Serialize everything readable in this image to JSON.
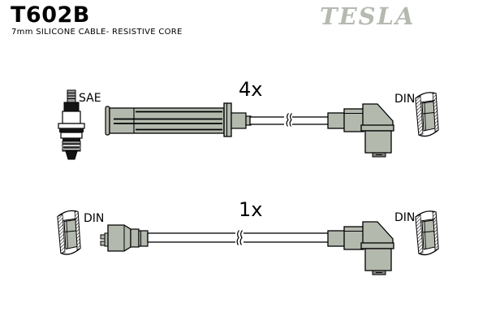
{
  "header": {
    "part_number": "T602B",
    "subtitle": "7mm SILICONE CABLE- RESISTIVE CORE",
    "brand": "TESLA"
  },
  "colors": {
    "background": "#ffffff",
    "boot_fill": "#b4b9ae",
    "brand_logo": "#b5bab0",
    "outline": "#000000"
  },
  "icons": {
    "spark_plug": "spark-plug-side-view",
    "straight_boot": "straight-spark-plug-boot",
    "distributor_boot": "straight-distributor-boot",
    "angled_boot": "90-degree-angled-boot",
    "din_terminal": "din-terminal-cross-section",
    "cable_break": "cable-length-break-mark"
  },
  "diagram": {
    "assemblies": [
      {
        "quantity_label": "4x",
        "quantity": 4,
        "left_label": "SAE",
        "right_label": "DIN",
        "left_connector": "spark-plug straight boot (SAE)",
        "right_connector": "90-degree boot with DIN terminal"
      },
      {
        "quantity_label": "1x",
        "quantity": 1,
        "left_label": "DIN",
        "right_label": "DIN",
        "left_connector": "straight distributor boot (DIN)",
        "right_connector": "90-degree boot with DIN terminal"
      }
    ]
  }
}
